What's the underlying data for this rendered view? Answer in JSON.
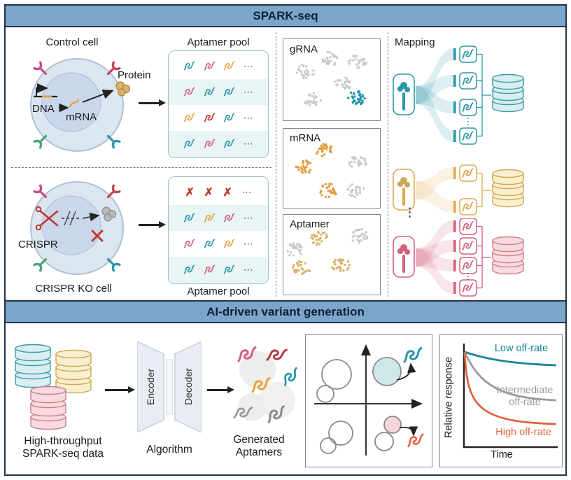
{
  "banners": {
    "top": "SPARK-seq",
    "bottom": "AI-driven variant generation"
  },
  "spark": {
    "control_cell_label": "Control cell",
    "protein_label": "Protein",
    "dna_label": "DNA",
    "mrna_label": "mRNA",
    "crispr_label": "CRISPR",
    "ko_cell_label": "CRISPR KO cell",
    "aptamer_pool_top_label": "Aptamer pool",
    "aptamer_pool_bottom_label": "Aptamer pool",
    "scatter_panels": {
      "grna": "gRNA",
      "mrna": "mRNA",
      "aptamer": "Aptamer"
    },
    "mapping_label": "Mapping",
    "ellipsis": "⋯",
    "vellipsis": "⋮",
    "cross": "✗"
  },
  "ai": {
    "data_label": "High-throughput SPARK-seq data",
    "encoder_label": "Encoder",
    "decoder_label": "Decoder",
    "algorithm_label": "Algorithm",
    "generated_label": "Generated Aptamers"
  },
  "chart_data": {
    "type": "line",
    "title": "",
    "xlabel": "Time",
    "ylabel": "Relative response",
    "axis_ticks": "none (schematic axes, unlabeled)",
    "grid": false,
    "legend_position": "labels placed on curves, right side",
    "series": [
      {
        "name": "Low off-rate",
        "color": "#15869c",
        "x": [
          0,
          0.1,
          0.3,
          0.6,
          1.0
        ],
        "y": [
          1.0,
          0.95,
          0.9,
          0.87,
          0.85
        ]
      },
      {
        "name": "Intermediate off-rate",
        "color": "#9a9a9a",
        "x": [
          0,
          0.1,
          0.3,
          0.6,
          1.0
        ],
        "y": [
          1.0,
          0.78,
          0.58,
          0.5,
          0.47
        ]
      },
      {
        "name": "High off-rate",
        "color": "#e2633c",
        "x": [
          0,
          0.1,
          0.3,
          0.6,
          1.0
        ],
        "y": [
          1.0,
          0.45,
          0.27,
          0.23,
          0.22
        ]
      }
    ]
  },
  "colors": {
    "banner_bg": "#7ca6c9",
    "frame": "#22354e",
    "teal": "#2b97a8",
    "orange": "#e8a23f",
    "pink": "#d4607a",
    "red": "#c0392b",
    "dark_red": "#b23a48",
    "gray": "#9a9a9a",
    "tan": "#d9b36a",
    "green": "#4ba37c",
    "crimson": "#c34456",
    "magenta": "#c84b8f",
    "teal_dot": "#1f96ac",
    "orange_dot": "#e59a3e",
    "tan_dot": "#ddb26a",
    "gray_dot": "#cbcbcb",
    "db_teal_fill": "#d8eef0",
    "db_teal_stroke": "#3d9aa8",
    "db_yellow_fill": "#f9efcf",
    "db_yellow_stroke": "#cfa84e",
    "db_pink_fill": "#f9dade",
    "db_pink_stroke": "#c97f8b"
  }
}
